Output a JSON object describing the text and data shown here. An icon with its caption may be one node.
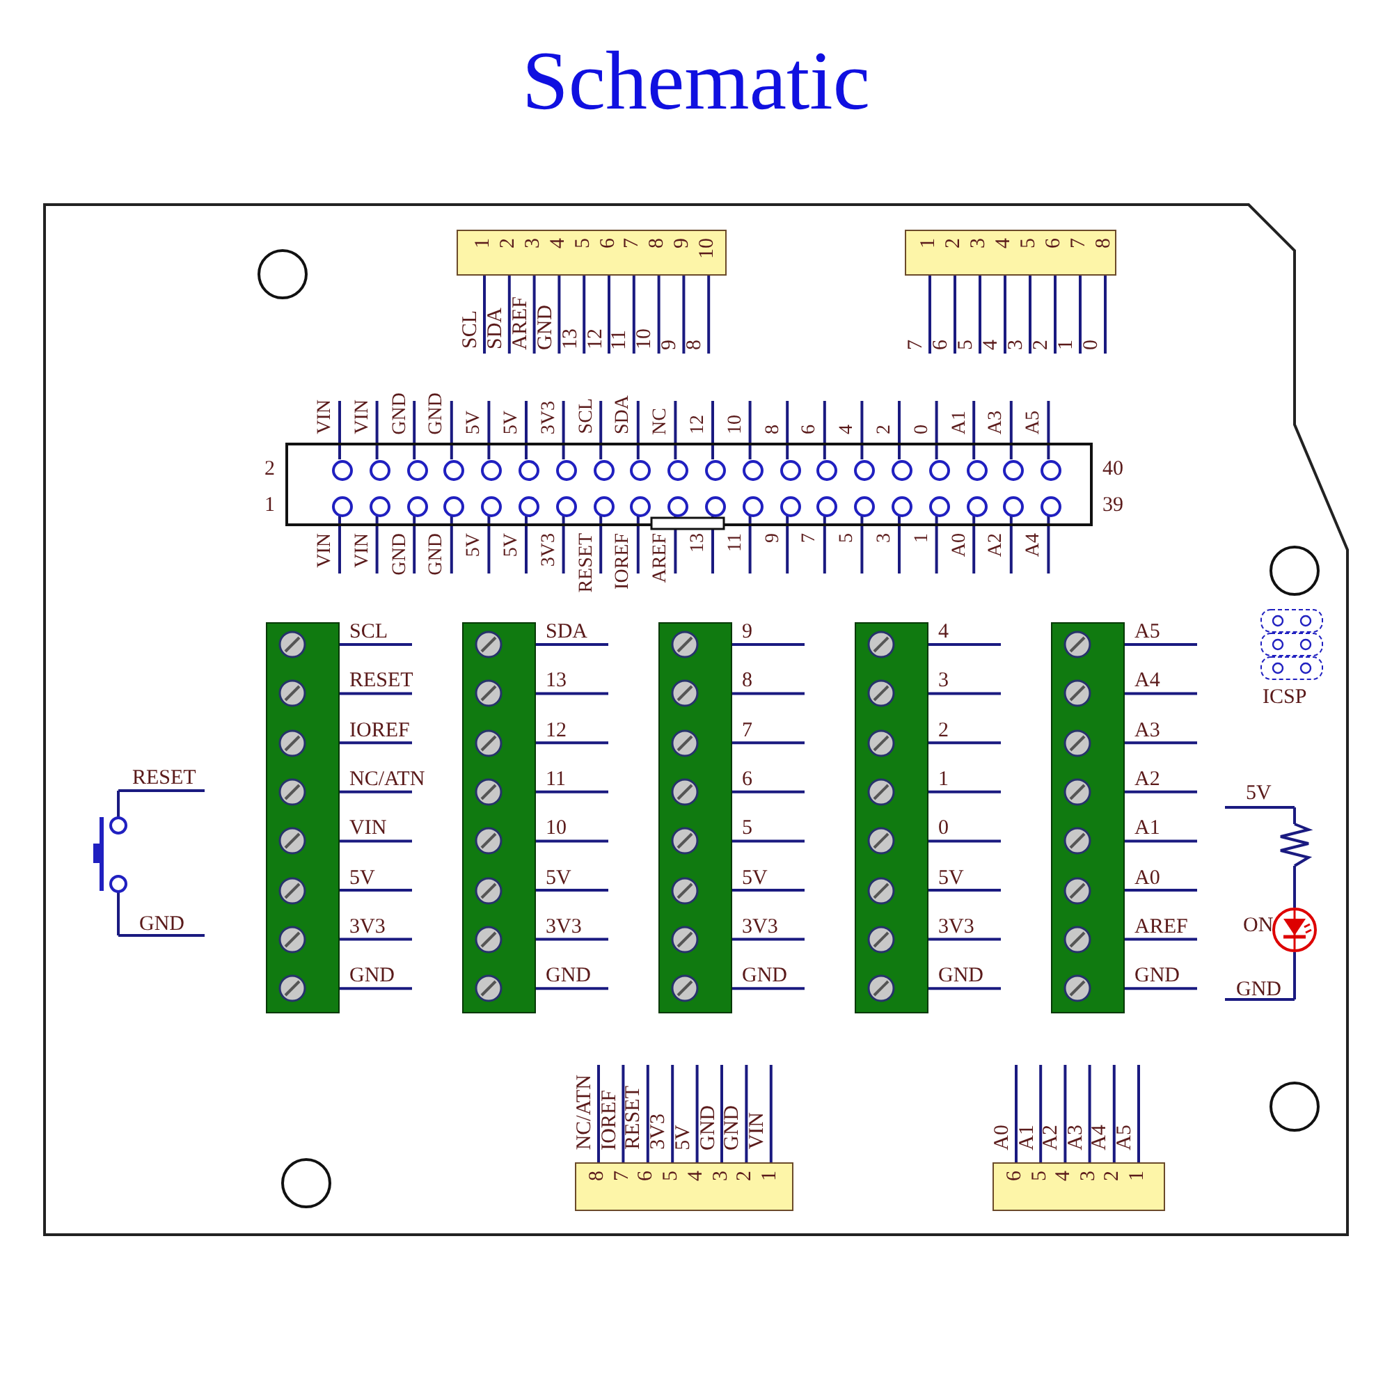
{
  "diagram": {
    "title": "Schematic",
    "nodes": [
      {
        "text": [],
        "shape": "box"
      },
      {
        "text": [
          "1",
          "2",
          "3",
          "4",
          "5",
          "6",
          "7",
          "8",
          "9",
          "10"
        ],
        "beside": [
          "SCL",
          "SDA",
          "AREF",
          "GND",
          "13",
          "12",
          "11",
          "10",
          "9",
          "8"
        ],
        "in": 0
      },
      {
        "text": [
          "1",
          "2",
          "3",
          "4",
          "5",
          "6",
          "7",
          "8"
        ],
        "beside": [
          "7",
          "6",
          "5",
          "4",
          "3",
          "2",
          "1",
          "0"
        ],
        "in": 0
      },
      {
        "text": [],
        "shape": "box",
        "beside": [
          "VIN",
          "VIN",
          "GND",
          "GND",
          "5V",
          "5V",
          "3V3",
          "SCL",
          "SDA",
          "NC",
          "12",
          "10",
          "8",
          "6",
          "4",
          "2",
          "0",
          "A1",
          "A3",
          "A5",
          "2",
          "40",
          "1",
          "39",
          "VIN",
          "VIN",
          "GND",
          "GND",
          "5V",
          "5V",
          "3V3",
          "RESET",
          "IOREF",
          "AREF",
          "13",
          "11",
          "9",
          "7",
          "5",
          "3",
          "1",
          "A0",
          "A2",
          "A4"
        ],
        "in": 0
      },
      {
        "text": [],
        "shape": "bar",
        "beside": [
          "SCL",
          "RESET",
          "IOREF",
          "NC/ATN",
          "VIN",
          "5V",
          "3V3",
          "GND"
        ],
        "in": 0
      },
      {
        "text": [],
        "shape": "bar",
        "beside": [
          "SDA",
          "13",
          "12",
          "11",
          "10",
          "5V",
          "3V3",
          "GND"
        ],
        "in": 0
      },
      {
        "text": [],
        "shape": "bar",
        "beside": [
          "9",
          "8",
          "7",
          "6",
          "5",
          "5V",
          "3V3",
          "GND"
        ],
        "in": 0
      },
      {
        "text": [],
        "shape": "bar",
        "beside": [
          "4",
          "3",
          "2",
          "1",
          "0",
          "5V",
          "3V3",
          "GND"
        ],
        "in": 0
      },
      {
        "text": [],
        "shape": "bar",
        "beside": [
          "A5",
          "A4",
          "A3",
          "A2",
          "A1",
          "A0",
          "AREF",
          "GND"
        ],
        "in": 0
      },
      {
        "text": [
          "ICSP"
        ],
        "in": 0
      },
      {
        "text": [
          "8",
          "7",
          "6",
          "5",
          "4",
          "3",
          "2",
          "1"
        ],
        "beside": [
          "NC/ATN",
          "IOREF",
          "RESET",
          "3V3",
          "5V",
          "GND",
          "GND",
          "VIN"
        ],
        "in": 0
      },
      {
        "text": [
          "6",
          "5",
          "4",
          "3",
          "2",
          "1"
        ],
        "beside": [
          "A0",
          "A1",
          "A2",
          "A3",
          "A4",
          "A5"
        ],
        "in": 0
      }
    ],
    "labels": [
      "RESET",
      "GND",
      "5V",
      "ON",
      "GND"
    ]
  }
}
